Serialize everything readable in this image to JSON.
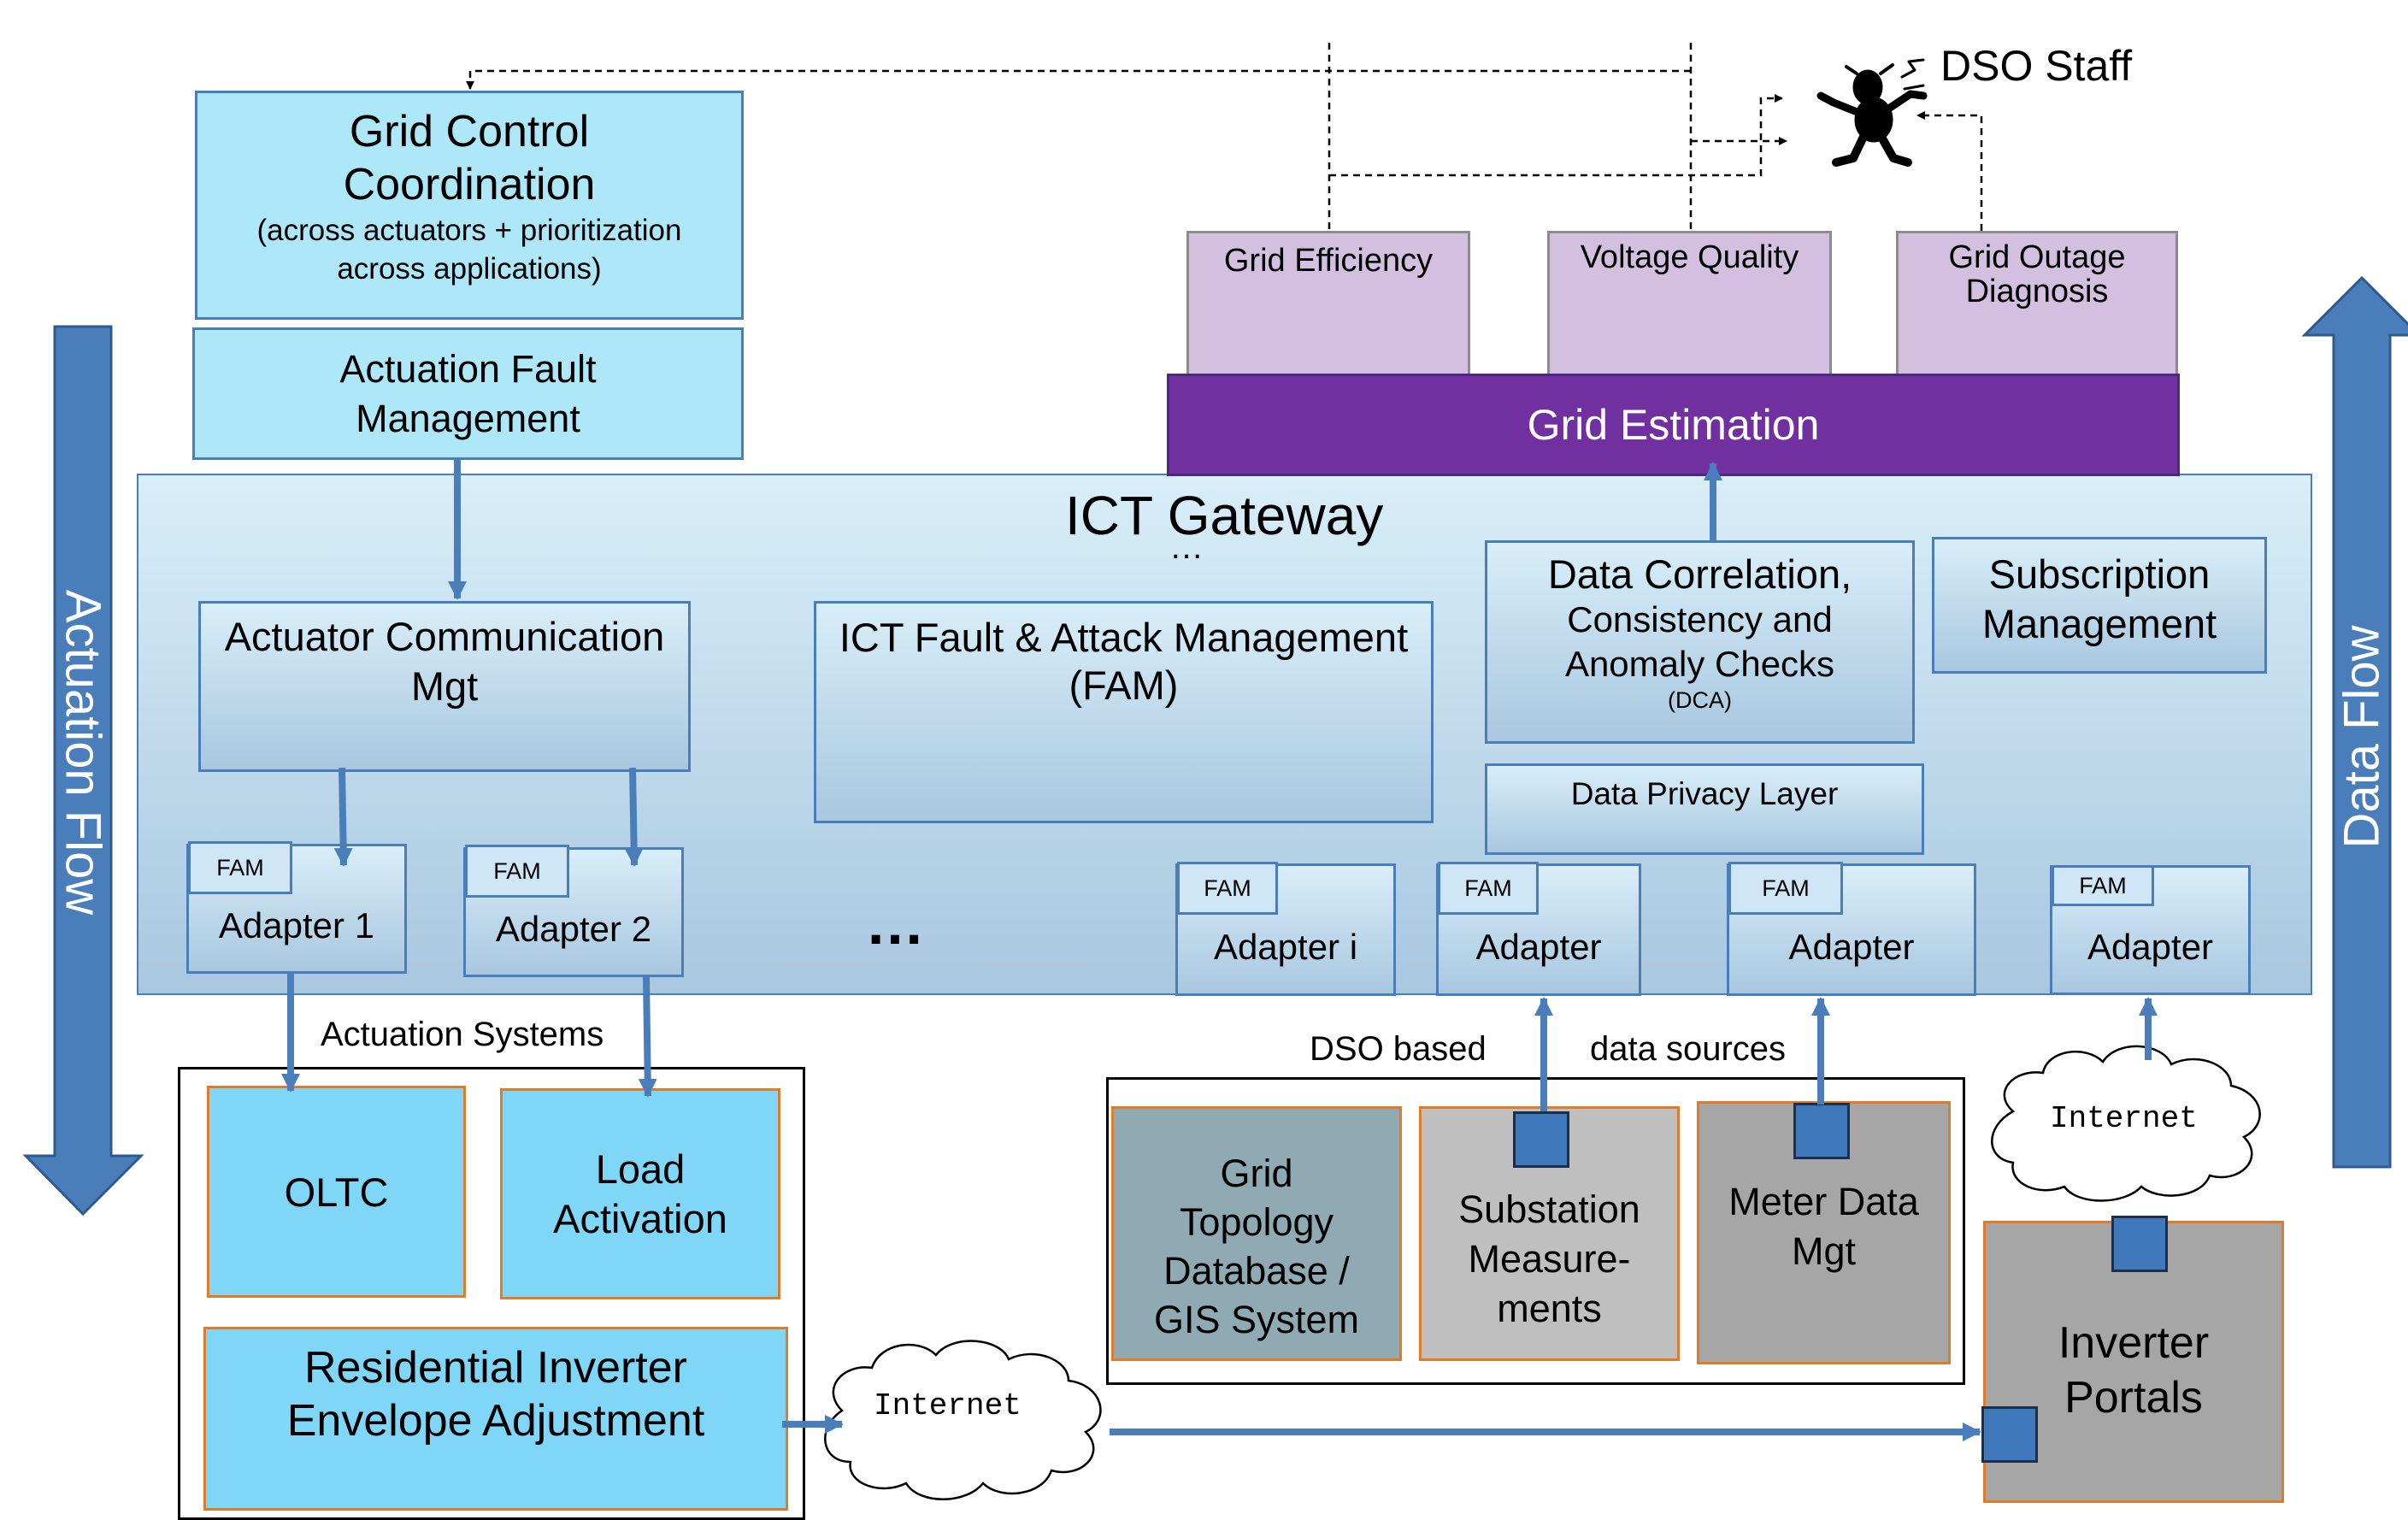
{
  "top": {
    "gcc": {
      "l1": "Grid Control",
      "l2": "Coordination",
      "l3": "(across actuators + prioritization",
      "l4": "across applications)"
    },
    "afm": {
      "l1": "Actuation Fault",
      "l2": "Management"
    },
    "apps": {
      "efficiency": "Grid Efficiency",
      "voltage": "Voltage Quality",
      "outage1": "Grid Outage",
      "outage2": "Diagnosis"
    },
    "estimation": "Grid Estimation",
    "dso_staff": "DSO Staff"
  },
  "gateway": {
    "title": "ICT Gateway",
    "title_dots": "…",
    "acm": {
      "l1": "Actuator Communication",
      "l2": "Mgt"
    },
    "fam_mgmt": {
      "l1": "ICT Fault & Attack Management",
      "l2": "(FAM)"
    },
    "dca": {
      "l1": "Data Correlation,",
      "l2": "Consistency and",
      "l3": "Anomaly Checks",
      "l4": "(DCA)"
    },
    "subscription": {
      "l1": "Subscription",
      "l2": "Management"
    },
    "privacy": "Data Privacy Layer",
    "fam_tag": "FAM",
    "ellipsis": "…",
    "adapters": [
      "Adapter 1",
      "Adapter 2",
      "Adapter i",
      "Adapter",
      "Adapter",
      "Adapter"
    ]
  },
  "side": {
    "left": "Actuation Flow",
    "right": "Data Flow"
  },
  "bottom": {
    "actuation_label": "Actuation Systems",
    "oltc": "OLTC",
    "load": {
      "l1": "Load",
      "l2": "Activation"
    },
    "inverter_env": {
      "l1": "Residential Inverter",
      "l2": "Envelope Adjustment"
    },
    "dso_label_1": "DSO based",
    "dso_label_2": "data sources",
    "grid_topology": {
      "l1": "Grid",
      "l2": "Topology",
      "l3": "Database /",
      "l4": "GIS System"
    },
    "substation": {
      "l1": "Substation",
      "l2": "Measure-",
      "l3": "ments"
    },
    "meter": {
      "l1": "Meter Data",
      "l2": "Mgt"
    },
    "internet": "Internet",
    "inverter_portals": {
      "l1": "Inverter",
      "l2": "Portals"
    }
  },
  "colors": {
    "accent": "#4a7ebb",
    "estimation": "#7030a0",
    "purple_app": "#d3bfe0",
    "light_blue": "#ade7f8",
    "cyan": "#7fd6f7",
    "orange_border": "#e07b2a"
  }
}
